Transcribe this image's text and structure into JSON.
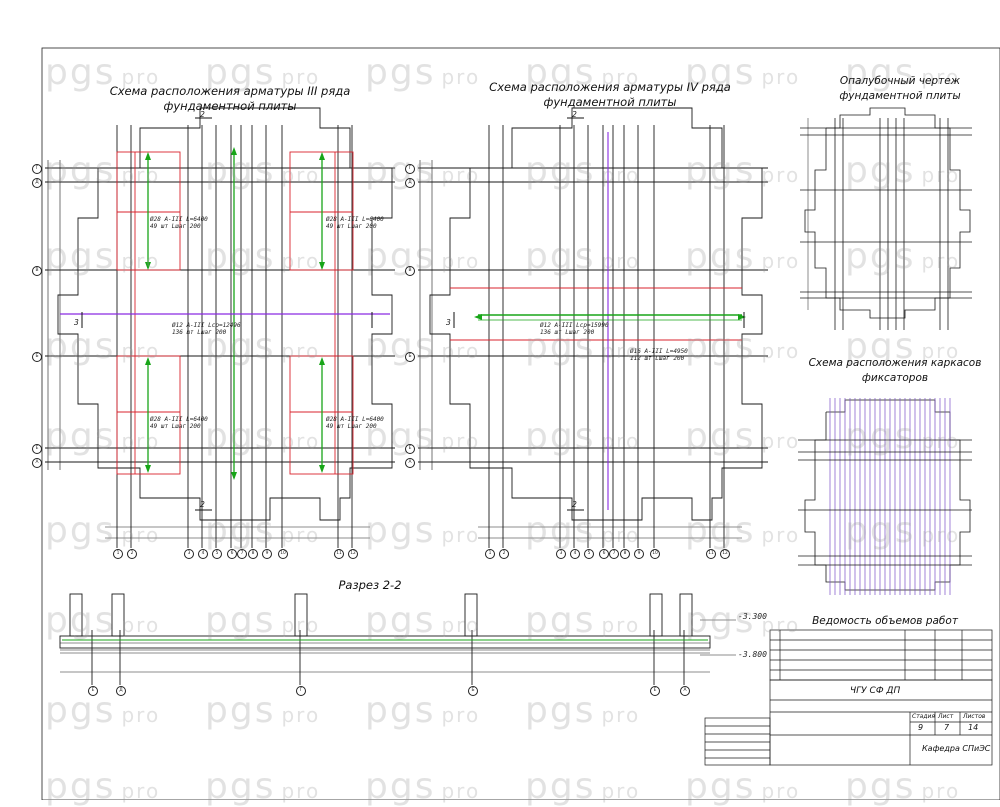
{
  "titles": {
    "scheme3_line1": "Схема расположения арматуры III ряда",
    "scheme3_line2": "фундаментной плиты",
    "scheme4_line1": "Схема расположения арматуры IV ряда",
    "scheme4_line2": "фундаментной плиты",
    "formwork_line1": "Опалубочный чертеж",
    "formwork_line2": "фундаментной плиты",
    "frames_line1": "Схема расположения каркасов",
    "frames_line2": "фиксаторов",
    "section": "Разрез 2-2",
    "volumes": "Ведомость объемов работ"
  },
  "watermark": {
    "main": "pgs",
    "sub": "pro"
  },
  "rebar_notes_left": [
    "Ø28 A-III L=6400",
    "49 шт Lшаг 200",
    "Ø12 A-III Lср=12496",
    "136 шт Lшаг 200"
  ],
  "rebar_notes_right": [
    "Ø12 A-III Lср=15990",
    "Ø16 A-III L=4950",
    "112 шт Lшаг 200"
  ],
  "section_marks": {
    "cut": "2",
    "view": "3"
  },
  "levels": {
    "top": "-3.300",
    "bottom": "-3.800"
  },
  "axes_rows": [
    "Г",
    "Д",
    "В",
    "Б",
    "Е",
    "А"
  ],
  "axes_cols": [
    "1",
    "2",
    "3",
    "4",
    "5",
    "6",
    "7",
    "8",
    "9",
    "10",
    "11",
    "12"
  ],
  "section_axes": [
    "Е",
    "Д",
    "Г",
    "Б",
    "Е",
    "А"
  ],
  "stamp": {
    "org": "ЧГУ СФ ДП",
    "sheet": "9",
    "sheets": "14",
    "num": "7",
    "dept": "Кафедра СПиЭС",
    "col1": "Стадия",
    "col2": "Лист",
    "col3": "Листов"
  },
  "colors": {
    "line": "#1a1a1a",
    "red": "#d9232d",
    "green": "#18a518",
    "purple": "#8a2be2",
    "violet": "#7b4fc7"
  }
}
